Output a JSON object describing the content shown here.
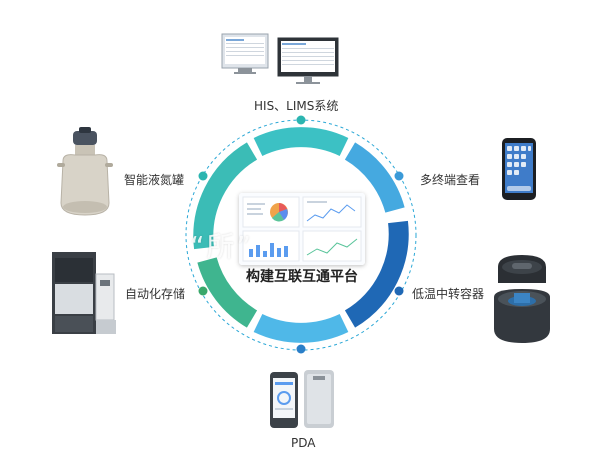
{
  "center": {
    "title": "构建互联互通平台",
    "overlay_text": "“所”"
  },
  "nodes": {
    "his": {
      "label": "HIS、LIMS系统",
      "icon": "computer-monitors-icon"
    },
    "tank": {
      "label": "智能液氮罐",
      "icon": "liquid-nitrogen-tank-icon"
    },
    "auto": {
      "label": "自动化存储",
      "icon": "automated-storage-icon"
    },
    "pda": {
      "label": "PDA",
      "icon": "pda-device-icon"
    },
    "multi": {
      "label": "多终端查看",
      "icon": "smartphone-icon"
    },
    "transfer": {
      "label": "低温中转容器",
      "icon": "cryo-transfer-container-icon"
    }
  },
  "colors": {
    "ring_teal": "#3cc1c4",
    "ring_cyan": "#4fb3e4",
    "ring_blue": "#1f68b5",
    "ring_green": "#3fb58f",
    "dot_teal": "#2bb5b0",
    "dot_green": "#3aa86b",
    "dot_blue": "#2a7fc8"
  }
}
